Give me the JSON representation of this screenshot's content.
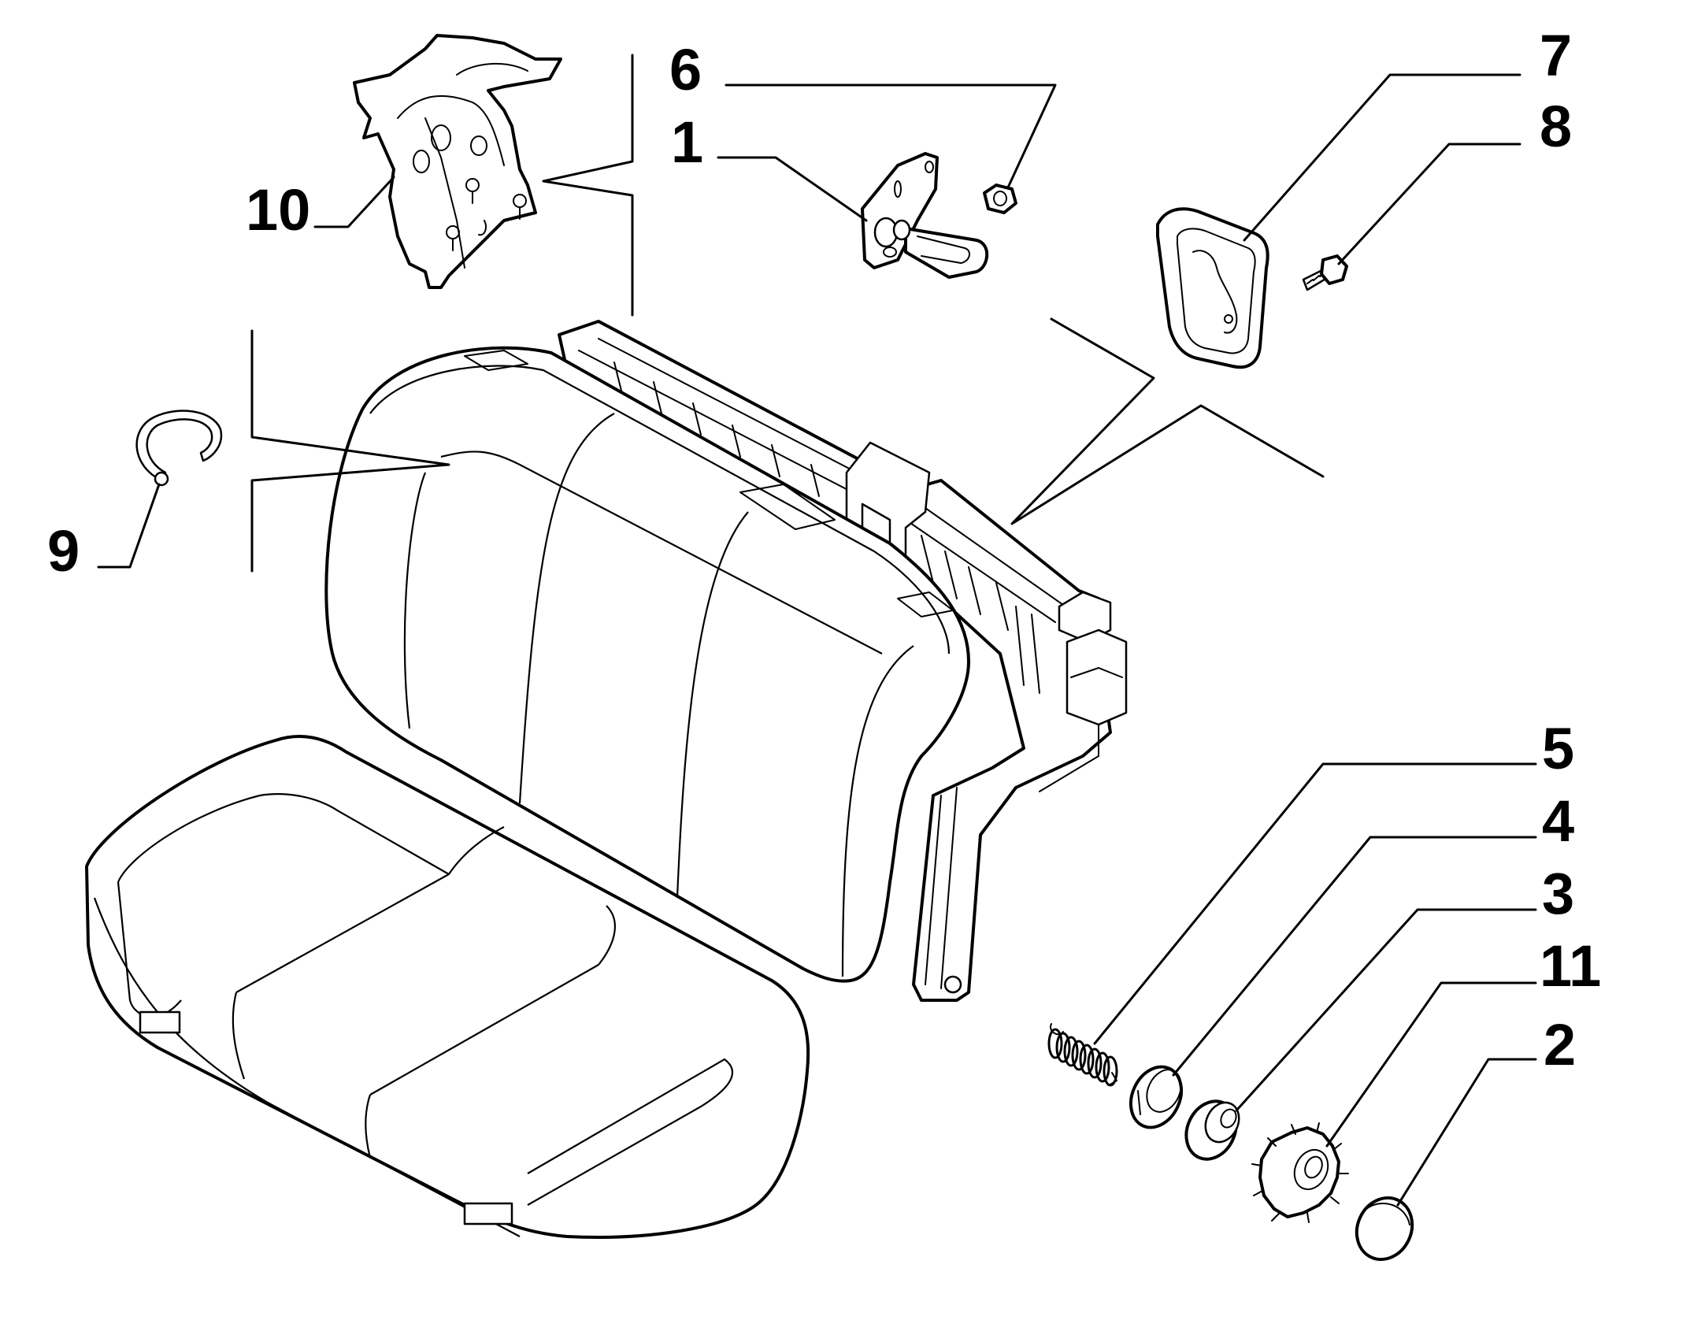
{
  "callouts": [
    {
      "id": "c1",
      "text": "1"
    },
    {
      "id": "c2",
      "text": "2"
    },
    {
      "id": "c3",
      "text": "3"
    },
    {
      "id": "c4",
      "text": "4"
    },
    {
      "id": "c5",
      "text": "5"
    },
    {
      "id": "c6",
      "text": "6"
    },
    {
      "id": "c7",
      "text": "7"
    },
    {
      "id": "c8",
      "text": "8"
    },
    {
      "id": "c9",
      "text": "9"
    },
    {
      "id": "c10",
      "text": "10"
    },
    {
      "id": "c11",
      "text": "11"
    }
  ]
}
